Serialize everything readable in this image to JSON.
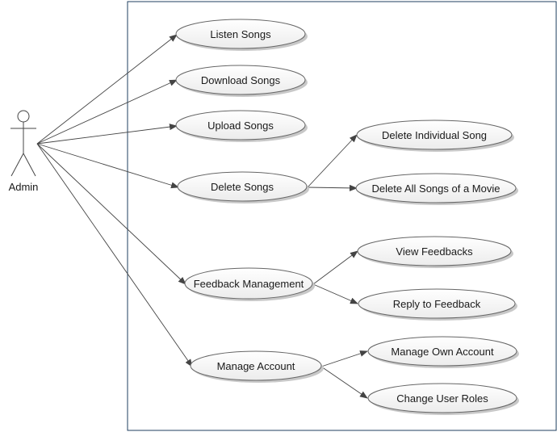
{
  "diagram": {
    "actor": {
      "label": "Admin"
    },
    "use_cases": [
      {
        "id": "listen",
        "label": "Listen Songs"
      },
      {
        "id": "download",
        "label": "Download Songs"
      },
      {
        "id": "upload",
        "label": "Upload Songs"
      },
      {
        "id": "delete",
        "label": "Delete Songs"
      },
      {
        "id": "feedback",
        "label": "Feedback Management"
      },
      {
        "id": "account",
        "label": "Manage Account"
      },
      {
        "id": "del_single",
        "label": "Delete Individual Song"
      },
      {
        "id": "del_all",
        "label": "Delete All Songs of a Movie"
      },
      {
        "id": "view_fb",
        "label": "View Feedbacks"
      },
      {
        "id": "reply_fb",
        "label": "Reply to Feedback"
      },
      {
        "id": "own_acct",
        "label": "Manage Own Account"
      },
      {
        "id": "roles",
        "label": "Change User Roles"
      }
    ],
    "associations": [
      {
        "from": "Admin",
        "to": "listen"
      },
      {
        "from": "Admin",
        "to": "download"
      },
      {
        "from": "Admin",
        "to": "upload"
      },
      {
        "from": "Admin",
        "to": "delete"
      },
      {
        "from": "Admin",
        "to": "feedback"
      },
      {
        "from": "Admin",
        "to": "account"
      },
      {
        "from": "delete",
        "to": "del_single"
      },
      {
        "from": "delete",
        "to": "del_all"
      },
      {
        "from": "feedback",
        "to": "view_fb"
      },
      {
        "from": "feedback",
        "to": "reply_fb"
      },
      {
        "from": "account",
        "to": "own_acct"
      },
      {
        "from": "account",
        "to": "roles"
      }
    ],
    "colors": {
      "ellipse_fill_top": "#ffffff",
      "ellipse_fill_bottom": "#ececec",
      "line": "#444444",
      "boundary": "#1f3f5f"
    }
  }
}
